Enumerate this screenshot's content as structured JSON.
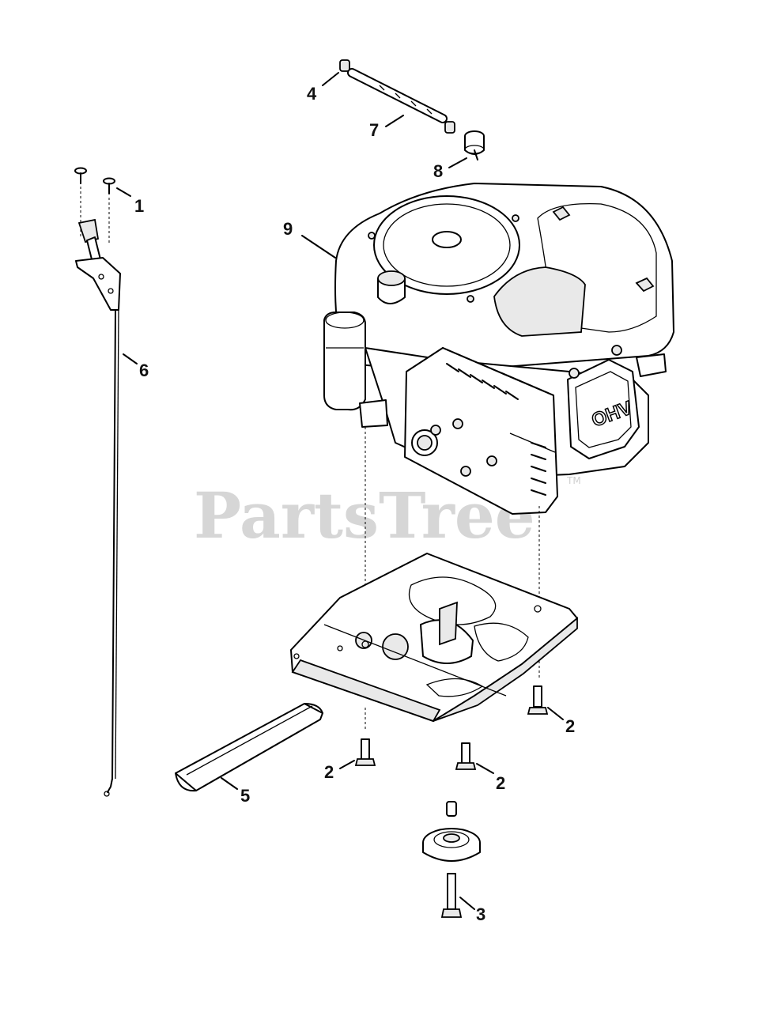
{
  "watermark": {
    "text": "PartsTree",
    "trademark": "TM"
  },
  "callouts": [
    {
      "id": "c1",
      "number": "1"
    },
    {
      "id": "c2a",
      "number": "2"
    },
    {
      "id": "c2b",
      "number": "2"
    },
    {
      "id": "c2c",
      "number": "2"
    },
    {
      "id": "c3",
      "number": "3"
    },
    {
      "id": "c4",
      "number": "4"
    },
    {
      "id": "c5",
      "number": "5"
    },
    {
      "id": "c6",
      "number": "6"
    },
    {
      "id": "c7",
      "number": "7"
    },
    {
      "id": "c8",
      "number": "8"
    },
    {
      "id": "c9",
      "number": "9"
    }
  ],
  "engine_label": "OHV"
}
